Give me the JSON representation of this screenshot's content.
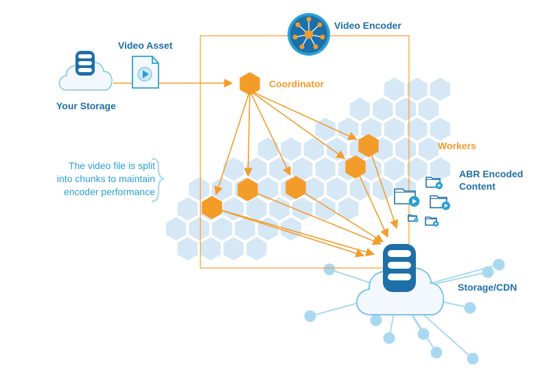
{
  "labels": {
    "your_storage": "Your Storage",
    "video_asset": "Video Asset",
    "video_encoder": "Video Encoder",
    "coordinator": "Coordinator",
    "workers": "Workers",
    "abr_line1": "ABR Encoded",
    "abr_line2": "Content",
    "storage_cdn": "Storage/CDN",
    "note_line1": "The video file is split",
    "note_line2": "into chunks to maintain",
    "note_line3": "encoder performance"
  },
  "colors": {
    "orange": "#f39c2a",
    "blue": "#2a9fd6",
    "dark_blue": "#1e6fa8",
    "hex_light": "#d6e7f6",
    "node_light": "#a9d9f0",
    "cloud_fill": "#f2f8fd",
    "cloud_stroke": "#7cc3e9"
  },
  "icons": [
    "database-icon",
    "cloud-icon",
    "video-file-icon",
    "encoder-network-icon",
    "folder-video-icon"
  ]
}
